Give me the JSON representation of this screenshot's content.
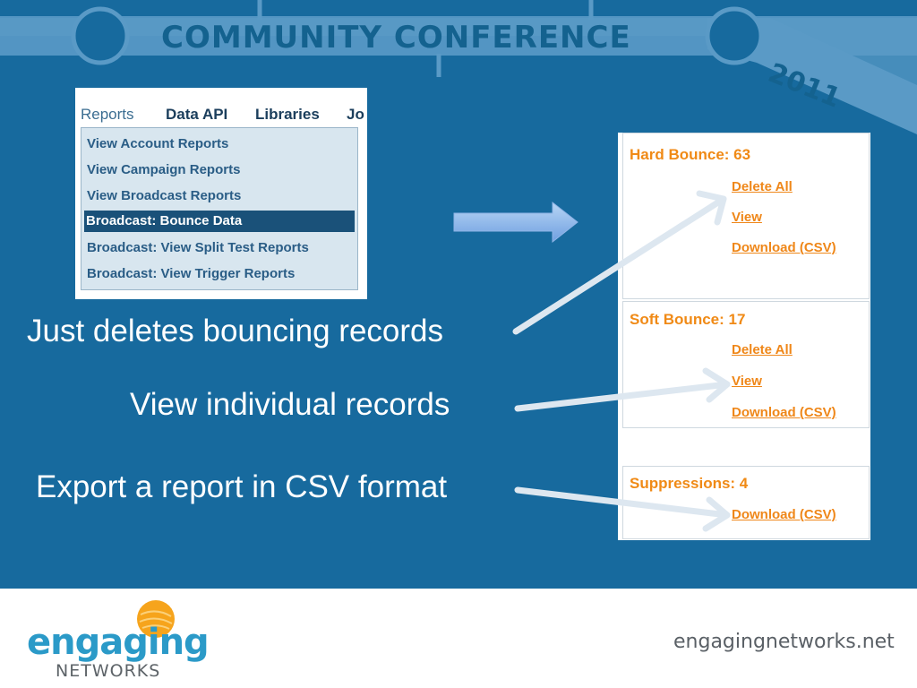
{
  "conference": {
    "title": "COMMUNITY CONFERENCE",
    "year": "2011"
  },
  "menu": {
    "bar": [
      "Reports",
      "Data API",
      "Libraries",
      "Jo"
    ],
    "items": [
      "View Account Reports",
      "View Campaign Reports",
      "View Broadcast Reports",
      "Broadcast: Bounce Data",
      "Broadcast: View Split Test Reports",
      "Broadcast: View Trigger Reports"
    ],
    "selected_item": "Broadcast: Bounce Data"
  },
  "bounce": {
    "hard": {
      "title": "Hard Bounce: 63",
      "links": [
        "Delete All",
        "View",
        "Download (CSV)"
      ]
    },
    "soft": {
      "title": "Soft Bounce: 17",
      "links": [
        "Delete All",
        "View",
        "Download (CSV)"
      ]
    },
    "suppressions": {
      "title": "Suppressions: 4",
      "links": [
        "Download (CSV)"
      ]
    }
  },
  "callouts": {
    "delete": "Just deletes bouncing records",
    "view": "View individual records",
    "export": "Export a report in CSV format"
  },
  "footer": {
    "logo_main": "engaging",
    "logo_sub": "NETWORKS",
    "url": "engagingnetworks.net"
  },
  "colors": {
    "slide_bg": "#176a9e",
    "banner": "#4f93c0",
    "link_orange": "#ef8719",
    "logo_blue": "#2b9ac8"
  }
}
